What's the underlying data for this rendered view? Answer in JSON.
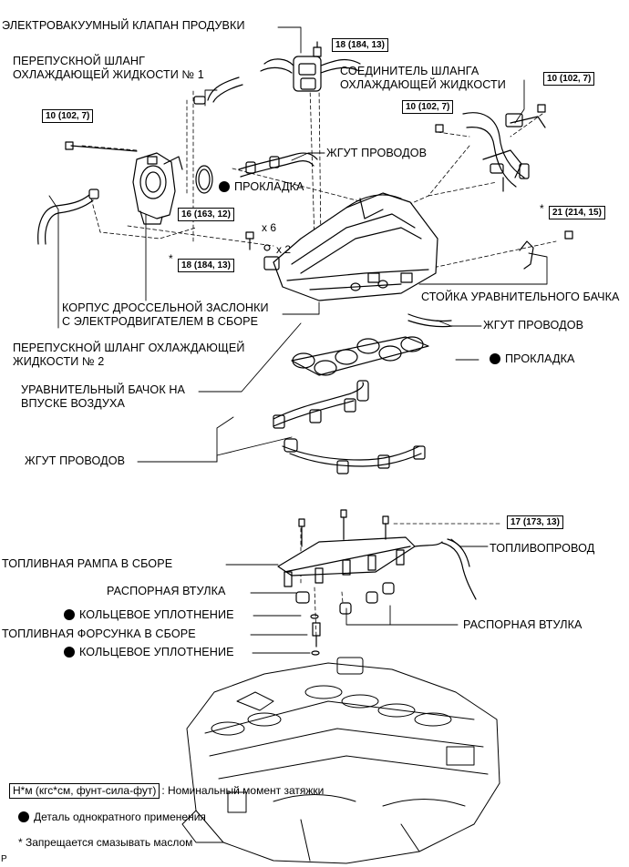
{
  "labels": {
    "purge_valve": "ЭЛЕКТРОВАКУУМНЫЙ КЛАПАН ПРОДУВКИ",
    "bypass_hose_1_l1": "ПЕРЕПУСКНОЙ ШЛАНГ",
    "bypass_hose_1_l2": "ОХЛАЖДАЮЩЕЙ ЖИДКОСТИ № 1",
    "hose_connector_l1": "СОЕДИНИТЕЛЬ ШЛАНГА",
    "hose_connector_l2": "ОХЛАЖДАЮЩЕЙ ЖИДКОСТИ",
    "wire_harness_1": "ЖГУТ ПРОВОДОВ",
    "gasket_1": "ПРОКЛАДКА",
    "throttle_body_l1": "КОРПУС ДРОССЕЛЬНОЙ ЗАСЛОНКИ",
    "throttle_body_l2": "С ЭЛЕКТРОДВИГАТЕЛЕМ В СБОРЕ",
    "bypass_hose_2_l1": "ПЕРЕПУСКНОЙ ШЛАНГ ОХЛАЖДАЮЩЕЙ",
    "bypass_hose_2_l2": "ЖИДКОСТИ № 2",
    "stay_surge_tank": "СТОЙКА УРАВНИТЕЛЬНОГО БАЧКА",
    "wire_harness_2": "ЖГУТ ПРОВОДОВ",
    "gasket_2": "ПРОКЛАДКА",
    "surge_tank_l1": "УРАВНИТЕЛЬНЫЙ БАЧОК НА",
    "surge_tank_l2": "ВПУСКЕ ВОЗДУХА",
    "wire_harness_3": "ЖГУТ ПРОВОДОВ",
    "fuel_rail": "ТОПЛИВНАЯ РАМПА В СБОРЕ",
    "fuel_pipe": "ТОПЛИВОПРОВОД",
    "spacer_1": "РАСПОРНАЯ ВТУЛКА",
    "o_ring_1": "КОЛЬЦЕВОЕ УПЛОТНЕНИЕ",
    "fuel_injector": "ТОПЛИВНАЯ ФОРСУНКА В СБОРЕ",
    "o_ring_2": "КОЛЬЦЕВОЕ УПЛОТНЕНИЕ",
    "spacer_2": "РАСПОРНАЯ ВТУЛКА"
  },
  "torques": {
    "t_purge": "18 (184, 13)",
    "t_left": "10 (102, 7)",
    "t_conn_a": "10 (102, 7)",
    "t_conn_b": "10 (102, 7)",
    "t_throttle_a": "16 (163, 12)",
    "t_throttle_b": "18 (184, 13)",
    "t_stay": "21 (214, 15)",
    "t_rail": "17 (173, 13)"
  },
  "marks": {
    "x6": "x 6",
    "x2": "x 2",
    "star": "*"
  },
  "legend": {
    "torque_unit": "Н*м (кгс*см, фунт-сила-фут)",
    "torque_desc": ": Номинальный момент затяжки",
    "non_reusable": "Деталь однократного применения",
    "no_oil": "* Запрещается смазывать маслом"
  },
  "corner_mark": "P"
}
